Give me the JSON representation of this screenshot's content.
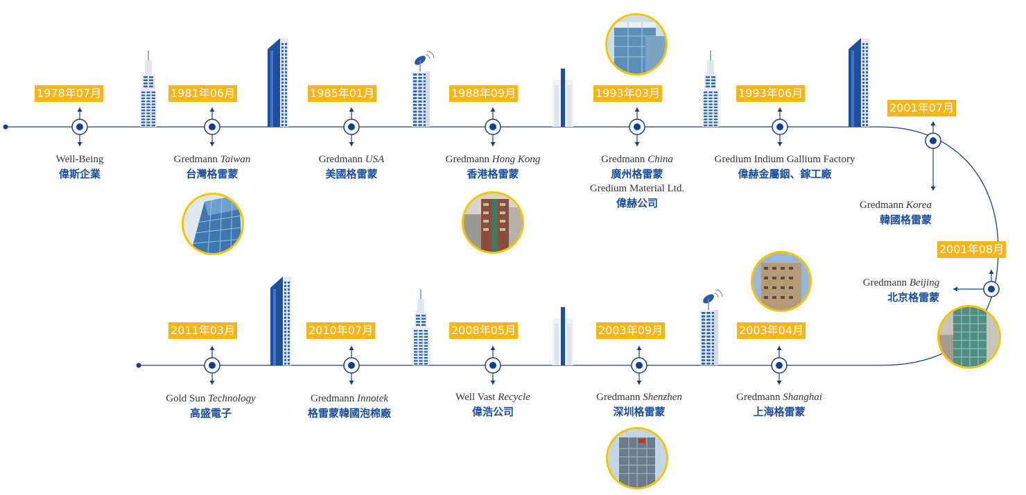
{
  "colors": {
    "line": "#163d8c",
    "badge": "#f7b519",
    "badge_text": "#ffffff",
    "zh_text": "#1a4d9c",
    "en_text": "#333333",
    "photo_ring": "#f5c400"
  },
  "milestones": [
    {
      "date": "1978年07月",
      "en_plain": "Well-Being",
      "en_italic": "",
      "zh": "偉斯企業"
    },
    {
      "date": "1981年06月",
      "en_plain": "Gredmann ",
      "en_italic": "Taiwan",
      "zh": "台灣格雷蒙"
    },
    {
      "date": "1985年01月",
      "en_plain": "Gredmann ",
      "en_italic": "USA",
      "zh": "美國格雷蒙"
    },
    {
      "date": "1988年09月",
      "en_plain": "Gredmann ",
      "en_italic": "Hong Kong",
      "zh": "香港格雷蒙"
    },
    {
      "date": "1993年03月",
      "en_plain": "Gredmann ",
      "en_italic": "China",
      "zh": "廣州格雷蒙",
      "en2": "Gredium Material Ltd.",
      "zh2": "偉赫公司"
    },
    {
      "date": "1993年06月",
      "en_plain": "Gredium Indium Gallium Factory",
      "en_italic": "",
      "zh": "偉赫金屬銦、鎵工廠"
    },
    {
      "date": "2001年07月",
      "en_plain": "Gredmann ",
      "en_italic": "Korea",
      "zh": "韓國格雷蒙"
    },
    {
      "date": "2001年08月",
      "en_plain": "Gredmann ",
      "en_italic": "Beijing",
      "zh": "北京格雷蒙"
    },
    {
      "date": "2003年04月",
      "en_plain": "Gredmann ",
      "en_italic": "Shanghai",
      "zh": "上海格雷蒙"
    },
    {
      "date": "2003年09月",
      "en_plain": "Gredmann ",
      "en_italic": "Shenzhen",
      "zh": "深圳格雷蒙"
    },
    {
      "date": "2008年05月",
      "en_plain": "Well Vast ",
      "en_italic": "Recycle",
      "zh": "偉浩公司"
    },
    {
      "date": "2010年07月",
      "en_plain": "Gredmann ",
      "en_italic": "Innotek",
      "zh": "格雷蒙韓國泡棉廠"
    },
    {
      "date": "2011年03月",
      "en_plain": "Gold Sun ",
      "en_italic": "Technology",
      "zh": "高盛電子"
    }
  ],
  "icons": [
    "timeline-node-icon",
    "tower-building-icon",
    "glass-skyscraper-icon",
    "antenna-building-icon",
    "slim-building-icon"
  ]
}
